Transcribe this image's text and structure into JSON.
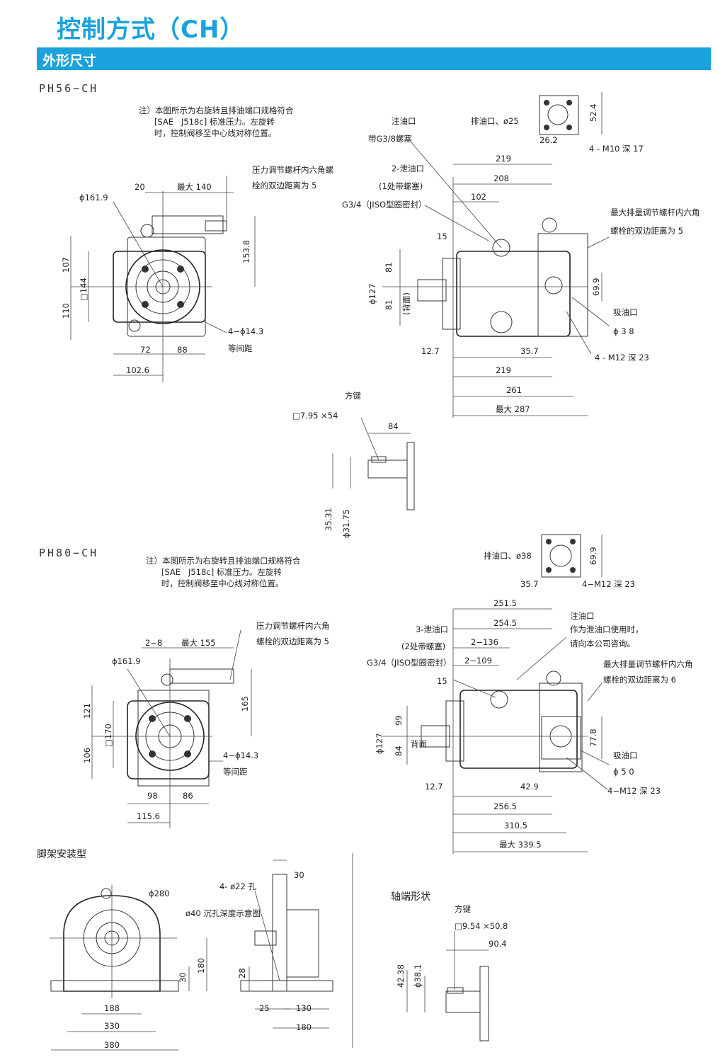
{
  "title": "控制方式（CH）",
  "section": "外形尺寸",
  "models": [
    "PH56−CH",
    "PH80−CH"
  ],
  "notes": {
    "ph56": "注）本图所示为右旋转且排油端口规格符合\n      [SAE   J518c] 标准压力。左旋转\n      时，控制阀移至中心线对称位置。",
    "ph80": "注）本图所示为右旋转且排油端口规格符合\n      [SAE   J518c] 标准压力。左旋转\n      时，控制阀移至中心线对称位置。"
  },
  "ph56_front": {
    "pcd": "ϕ161.9",
    "d20": "20",
    "max140": "最大 140",
    "callout1": "压力调节螺杆内六角螺",
    "callout2": "栓的双边距离为 5",
    "h153": "153.8",
    "v107": "107",
    "v110": "110",
    "sq144": "□144",
    "holes": "4−ϕ14.3",
    "equal": "等间距",
    "b72": "72",
    "b88": "88",
    "b102": "102.6"
  },
  "ph56_side": {
    "fill_port": "注油口",
    "plug": "带G3/8螺塞",
    "drain": "2-泄油口",
    "drain_plug": "(1处带螺塞)",
    "g34": "G3/4（JISO型圈密封）",
    "outlet": "排油口、ø25",
    "o52": "52.4",
    "o26": "26.2",
    "m10": "4 - M10 深 17",
    "t219": "219",
    "t208": "208",
    "t102": "102",
    "t15": "15",
    "adj1": "最大排量调节螺杆内六角",
    "adj2": "螺栓的双边距离为 5",
    "shaft": "ϕ127",
    "v81a": "81",
    "v81b": "81",
    "back": "(背面)",
    "v69": "69.9",
    "inlet": "吸油口",
    "inlet_d": "ϕ 3 8",
    "m12": "4 - M12 深 23",
    "b12": "12.7",
    "b35": "35.7",
    "b219": "219",
    "b261": "261",
    "b287": "最大 287"
  },
  "ph56_key": {
    "key": "方键",
    "keysize": "□7.95 ×54",
    "k84": "84",
    "d35": "35.31",
    "d31": "ϕ31.75"
  },
  "ph80_front": {
    "d28": "2−8",
    "max155": "最大 155",
    "pcd": "ϕ161.9",
    "callout1": "压力调节螺杆内六角",
    "callout2": "螺栓的双边距离为 5",
    "v121": "121",
    "v106": "106",
    "sq170": "□170",
    "h165": "165",
    "holes": "4−ϕ14.3",
    "equal": "等间距",
    "b98": "98",
    "b86": "86",
    "b115": "115.6"
  },
  "ph80_side": {
    "outlet": "排油口、ø38",
    "o69": "69.9",
    "o35": "35.7",
    "m12a": "4−M12 深 23",
    "t251": "251.5",
    "t254": "254.5",
    "fill": "注油口",
    "fill2": "作为泄油口使用时，",
    "fill3": "请向本公司咨询。",
    "drain": "3-泄油口",
    "drain_plug": "(2处带螺塞)",
    "g34": "G3/4（JISO型圈密封）",
    "t136": "2−136",
    "t109": "2−109",
    "t15": "15",
    "adj1": "最大排量调节螺杆内六角",
    "adj2": "螺栓的双边距离为 6",
    "shaft": "ϕ127",
    "v99": "99",
    "v84": "84",
    "back": "背面",
    "v77": "77.8",
    "inlet": "吸油口",
    "inlet_d": "ϕ 5 0",
    "m12b": "4−M12 深 23",
    "b12": "12.7",
    "b42": "42.9",
    "b256": "256.5",
    "b310": "310.5",
    "b339": "最大 339.5"
  },
  "foot": {
    "label": "脚架安装型",
    "d280": "ϕ280",
    "holes": "4- ø22 孔",
    "counter": "ø40 沉孔深度示意图",
    "v30a": "30",
    "v180": "180",
    "v28": "28",
    "v30b": "30",
    "b188": "188",
    "b330": "330",
    "b380": "380",
    "b25": "25",
    "b130": "130",
    "b180": "180"
  },
  "shaft_end": {
    "label": "轴端形状",
    "key": "方键",
    "keysize": "□9.54 ×50.8",
    "k90": "90.4",
    "d42": "42.38",
    "d38": "ϕ38.1"
  }
}
